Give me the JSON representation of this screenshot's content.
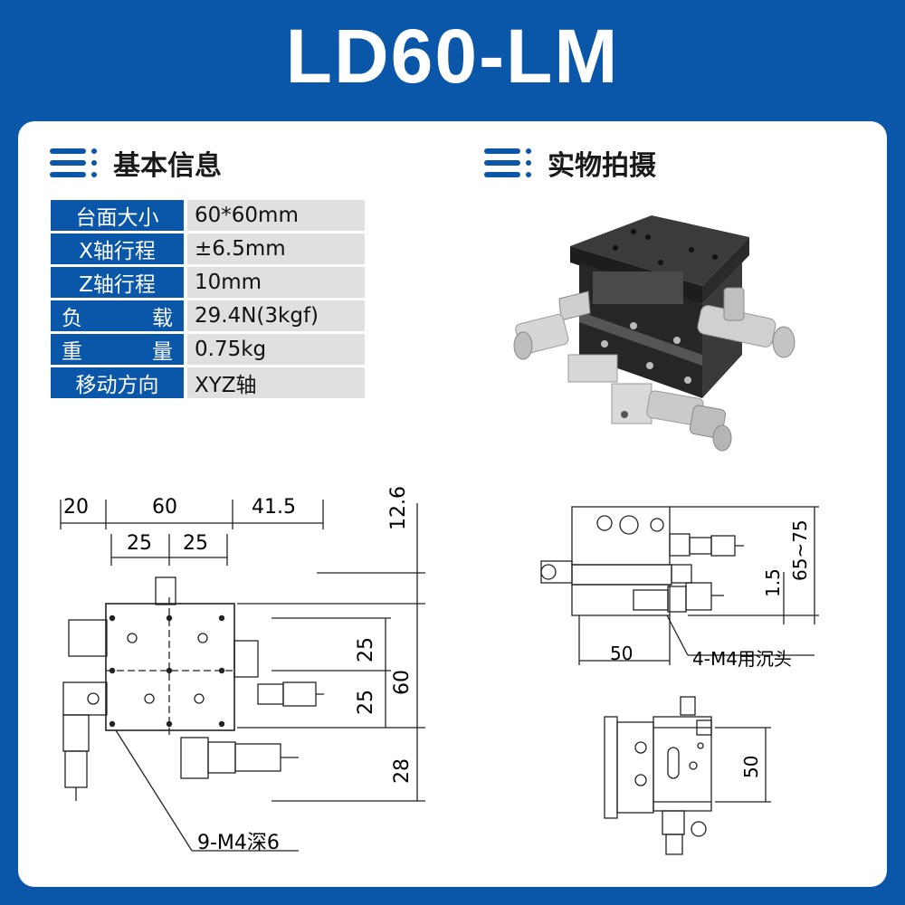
{
  "title": "LD60-LM",
  "sections": {
    "basic_info": "基本信息",
    "photo": "实物拍摄"
  },
  "specs": [
    {
      "key": "台面大小",
      "value": "60*60mm"
    },
    {
      "key": "X轴行程",
      "value": "±6.5mm"
    },
    {
      "key": "Z轴行程",
      "value": "10mm"
    },
    {
      "key": "负载",
      "key_chars": [
        "负",
        "载"
      ],
      "value": "29.4N(3kgf)"
    },
    {
      "key": "重量",
      "key_chars": [
        "重",
        "量"
      ],
      "value": "0.75kg"
    },
    {
      "key": "移动方向",
      "value": "XYZ轴"
    }
  ],
  "drawing_top": {
    "dims": [
      "20",
      "60",
      "41.5",
      "25",
      "25",
      "12.6",
      "25",
      "60",
      "25",
      "28"
    ],
    "callout": "9-M4深6"
  },
  "drawing_side": {
    "dims": [
      "65~75",
      "1.5",
      "50"
    ],
    "callout": "4-M4用沉头"
  },
  "drawing_end": {
    "dims": [
      "50"
    ]
  },
  "colors": {
    "brand": "#0a56a8",
    "value_bg": "#e0e0e0",
    "white": "#ffffff"
  }
}
